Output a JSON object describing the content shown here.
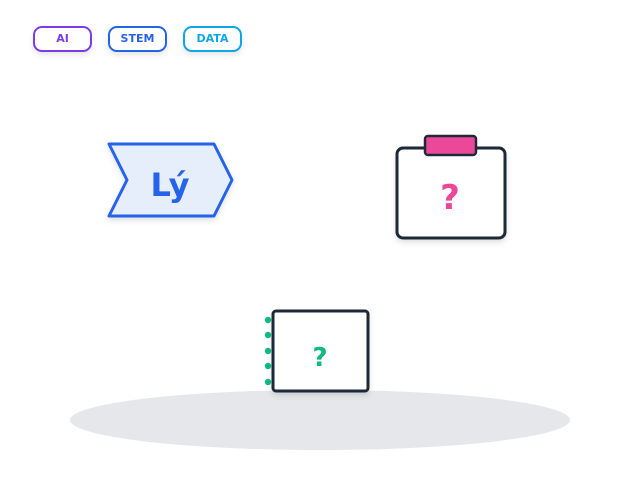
{
  "tags": [
    {
      "label": "AI",
      "color": "#7c3aed"
    },
    {
      "label": "STEM",
      "color": "#2563eb"
    },
    {
      "label": "DATA",
      "color": "#0ea5e9"
    }
  ],
  "chevron": {
    "label": "Lý",
    "stroke": "#2563eb",
    "fill": "#e6edfb",
    "text_color": "#2563eb"
  },
  "clipboard_card": {
    "mark": "?",
    "frame": "#1f2937",
    "clip_color": "#ec4899",
    "mark_color": "#ec4899"
  },
  "notebook_card": {
    "mark": "?",
    "frame": "#1f2937",
    "ring_color": "#10b981",
    "mark_color": "#10b981"
  },
  "ground_shadow_color": "#e5e7eb"
}
